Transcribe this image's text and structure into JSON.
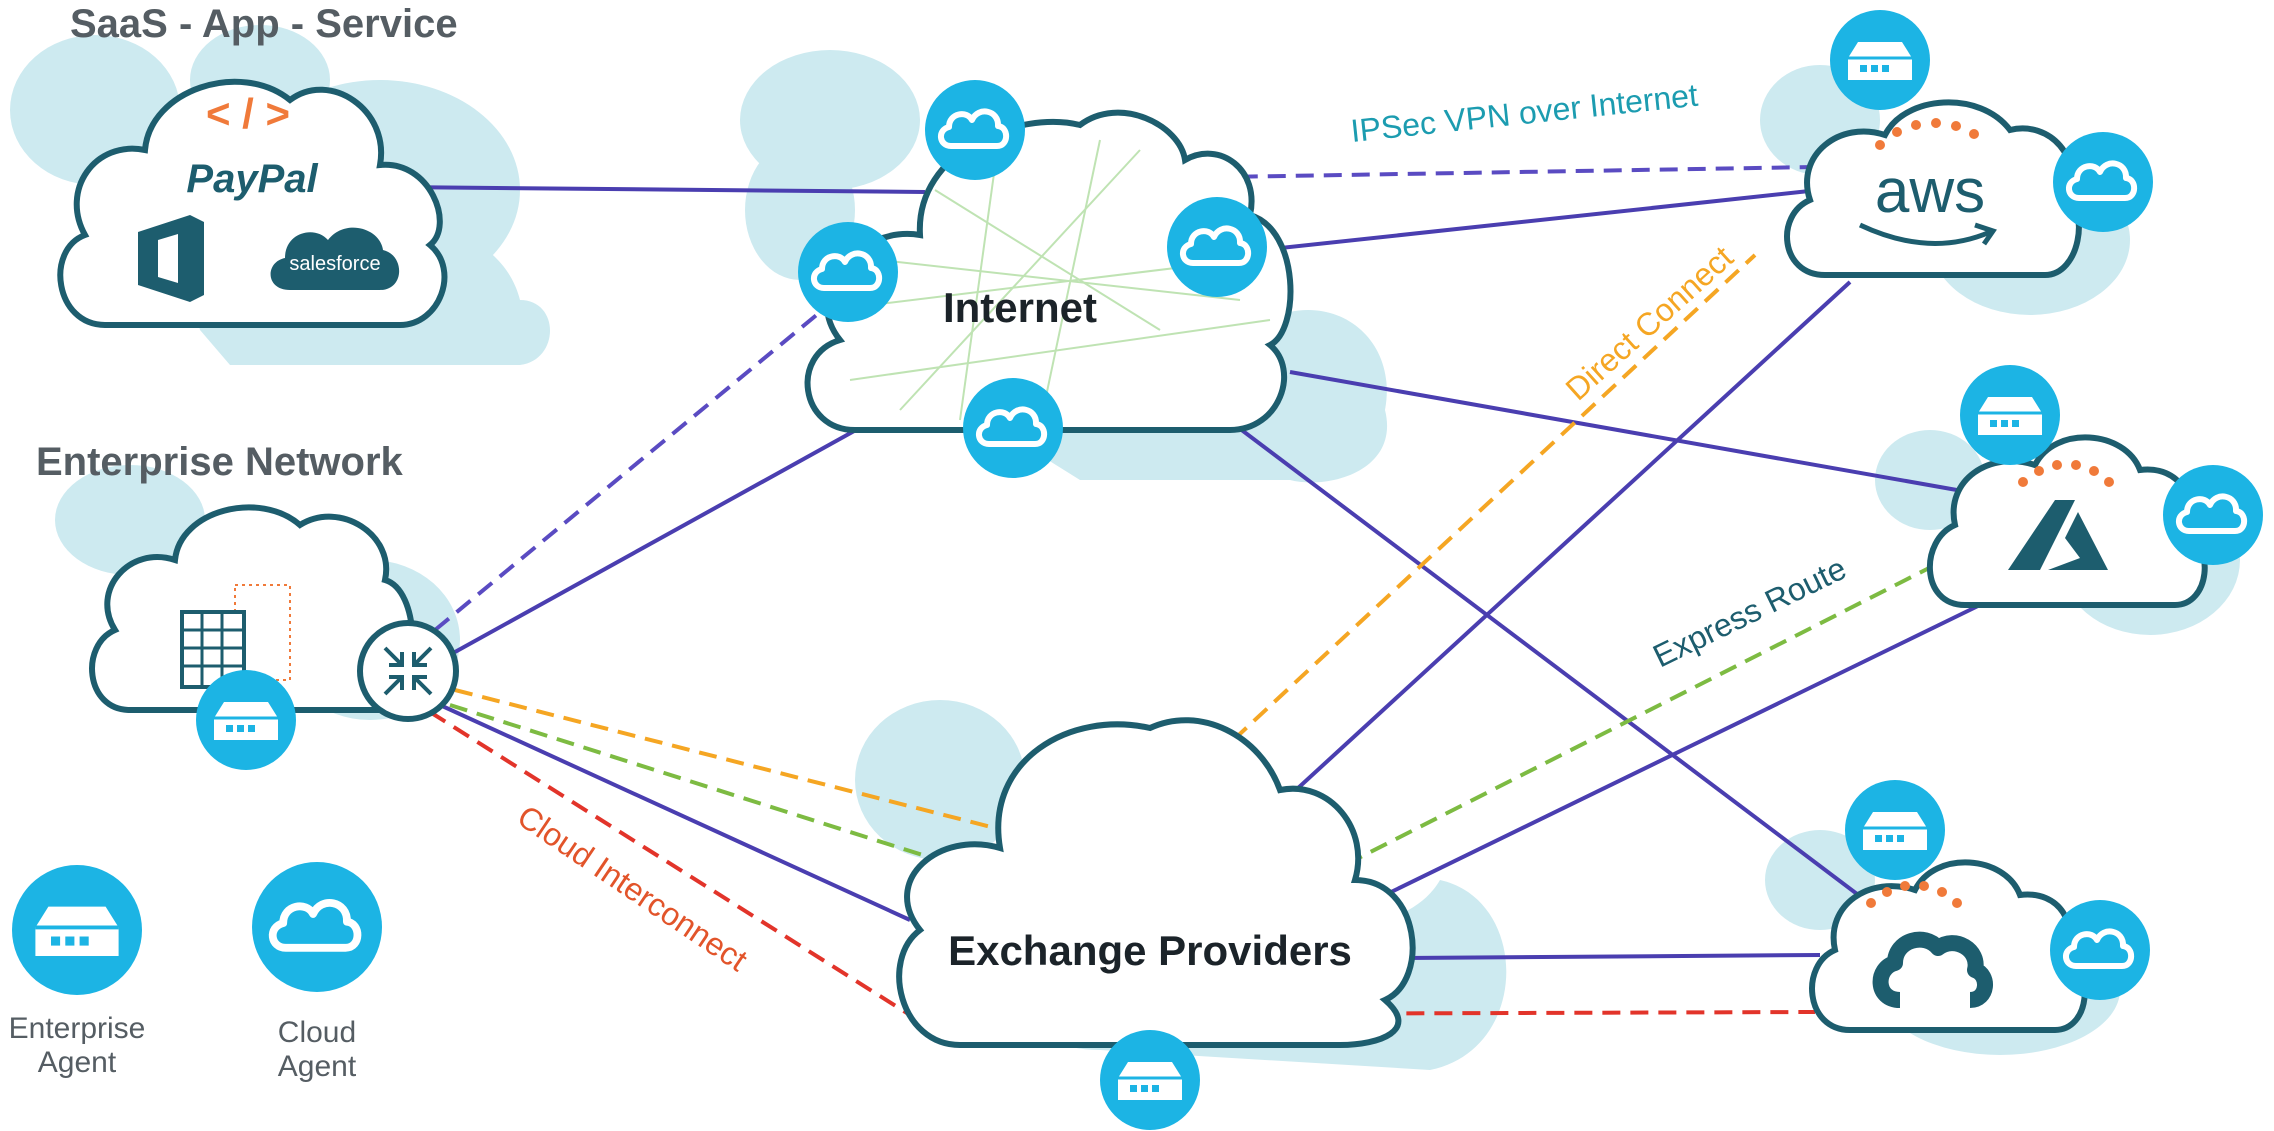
{
  "sections": {
    "saas_title": "SaaS - App - Service",
    "enterprise_title": "Enterprise Network"
  },
  "clouds": {
    "internet": "Internet",
    "exchange": "Exchange Providers",
    "aws_logo": "aws",
    "paypal_logo": "PayPal",
    "salesforce_logo": "salesforce",
    "code_glyph": "< / >"
  },
  "connections": {
    "ipsec": "IPSec VPN over Internet",
    "direct_connect": "Direct Connect",
    "express_route": "Express Route",
    "cloud_interconnect": "Cloud Interconnect"
  },
  "legend": {
    "enterprise_agent_line1": "Enterprise",
    "enterprise_agent_line2": "Agent",
    "cloud_agent_line1": "Cloud",
    "cloud_agent_line2": "Agent"
  },
  "colors": {
    "solid_link": "#4a3eb0",
    "ipsec": "#5a4bc2",
    "direct_connect": "#f5a623",
    "express_route": "#7dbb42",
    "cloud_interconnect": "#e2342a",
    "agent": "#1cb4e4",
    "cloud_outline": "#1d5d6e",
    "cloud_shadow": "#cdeaf0",
    "accent_orange": "#f07a3a"
  },
  "icons": [
    "cloud-agent-icon",
    "enterprise-agent-icon",
    "router-icon",
    "aws-logo",
    "azure-logo",
    "gcp-logo",
    "office-icon",
    "salesforce-logo",
    "paypal-logo",
    "code-icon",
    "building-icon"
  ]
}
